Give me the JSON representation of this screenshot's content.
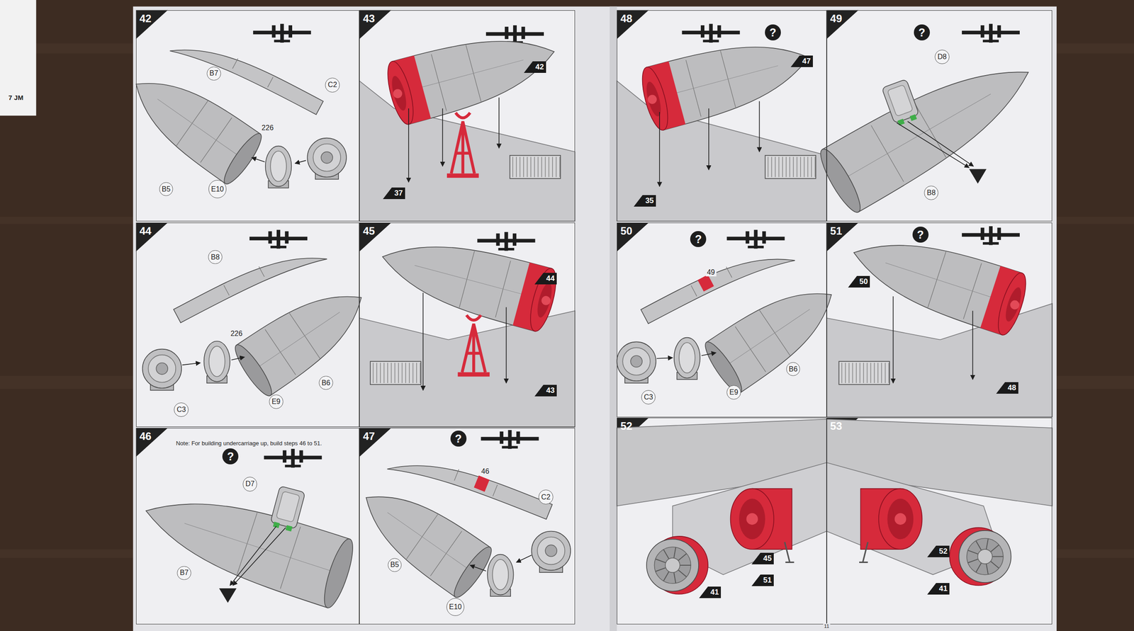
{
  "diagram": {
    "nodes": [
      {
        "text": [
          "42"
        ]
      },
      {
        "text": [
          "B7"
        ],
        "in": 0
      },
      {
        "text": [
          "C2"
        ],
        "in": 0
      },
      {
        "text": [
          "B5"
        ],
        "in": 0
      },
      {
        "text": [
          "E10"
        ],
        "in": 0
      },
      {
        "text": [
          "43"
        ]
      },
      {
        "text": [
          "42"
        ],
        "in": 5
      },
      {
        "text": [
          "37"
        ],
        "in": 5
      },
      {
        "text": [
          "44"
        ]
      },
      {
        "text": [
          "B8"
        ],
        "in": 8
      },
      {
        "text": [
          "C3"
        ],
        "in": 8
      },
      {
        "text": [
          "E9"
        ],
        "in": 8
      },
      {
        "text": [
          "B6"
        ],
        "in": 8
      },
      {
        "text": [
          "45"
        ]
      },
      {
        "text": [
          "44"
        ],
        "in": 13
      },
      {
        "text": [
          "43"
        ],
        "in": 13
      },
      {
        "text": [
          "46",
          "Note: For building undercarriage up, build steps 46 to 51."
        ]
      },
      {
        "text": [
          "?"
        ],
        "in": 16
      },
      {
        "text": [
          "D7"
        ],
        "in": 16
      },
      {
        "text": [
          "B7"
        ],
        "in": 16
      },
      {
        "text": [
          "47"
        ]
      },
      {
        "text": [
          "?"
        ],
        "in": 20
      },
      {
        "text": [
          "C2"
        ],
        "in": 20
      },
      {
        "text": [
          "B5"
        ],
        "in": 20
      },
      {
        "text": [
          "E10"
        ],
        "in": 20
      },
      {
        "text": [
          "48"
        ]
      },
      {
        "text": [
          "?"
        ],
        "in": 25
      },
      {
        "text": [
          "47"
        ],
        "in": 25
      },
      {
        "text": [
          "35"
        ],
        "in": 25
      },
      {
        "text": [
          "49"
        ]
      },
      {
        "text": [
          "?"
        ],
        "in": 29
      },
      {
        "text": [
          "D8"
        ],
        "in": 29
      },
      {
        "text": [
          "B8"
        ],
        "in": 29
      },
      {
        "text": [
          "50"
        ]
      },
      {
        "text": [
          "?"
        ],
        "in": 33
      },
      {
        "text": [
          "B6"
        ],
        "in": 33
      },
      {
        "text": [
          "E9"
        ],
        "in": 33
      },
      {
        "text": [
          "C3"
        ],
        "in": 33
      },
      {
        "text": [
          "51"
        ]
      },
      {
        "text": [
          "?"
        ],
        "in": 38
      },
      {
        "text": [
          "50"
        ],
        "in": 38
      },
      {
        "text": [
          "48"
        ],
        "in": 38
      },
      {
        "text": [
          "52"
        ]
      },
      {
        "text": [
          "45"
        ],
        "in": 42
      },
      {
        "text": [
          "51"
        ],
        "in": 42
      },
      {
        "text": [
          "41"
        ],
        "in": 42
      },
      {
        "text": [
          "53"
        ]
      },
      {
        "text": [
          "52"
        ],
        "in": 46
      },
      {
        "text": [
          "41"
        ],
        "in": 46
      }
    ],
    "labels": [
      "7 JM",
      "226",
      "226",
      "46",
      "49",
      "11"
    ]
  }
}
